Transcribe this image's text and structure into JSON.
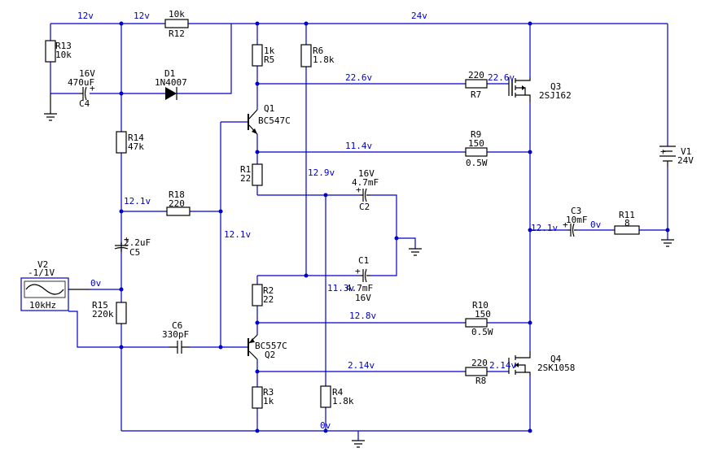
{
  "voltages": {
    "v12a": "12v",
    "v12b": "12v",
    "v24": "24v",
    "v22_6a": "22.6v",
    "v22_6b": "22.6v",
    "v11_4": "11.4v",
    "v12_9": "12.9v",
    "v12_1a": "12.1v",
    "v12_1b": "12.1v",
    "v12_1c": "12.1v",
    "v0a": "0v",
    "v0b": "0v",
    "v0c": "0v",
    "v11_3": "11.3v",
    "v12_8": "12.8v",
    "v2_14a": "2.14v",
    "v2_14b": "2.14v"
  },
  "components": {
    "r13": {
      "name": "R13",
      "value": "10k"
    },
    "r12": {
      "name": "R12",
      "value": "10k"
    },
    "c4": {
      "name": "C4",
      "value": "470uF",
      "rating": "16V"
    },
    "d1": {
      "name": "D1",
      "value": "1N4007"
    },
    "r14": {
      "name": "R14",
      "value": "47k"
    },
    "r18": {
      "name": "R18",
      "value": "220"
    },
    "c5": {
      "name": "C5",
      "value": "2.2uF"
    },
    "v2": {
      "name": "V2",
      "value": "-1/1V",
      "freq": "10kHz"
    },
    "r15": {
      "name": "R15",
      "value": "220k"
    },
    "c6": {
      "name": "C6",
      "value": "330pF"
    },
    "r5": {
      "name": "R5",
      "value": "1k"
    },
    "r6": {
      "name": "R6",
      "value": "1.8k"
    },
    "q1": {
      "name": "Q1",
      "value": "BC547C"
    },
    "r1": {
      "name": "R1",
      "value": "22"
    },
    "c2": {
      "name": "C2",
      "value": "4.7mF",
      "rating": "16V"
    },
    "c1": {
      "name": "C1",
      "value": "4.7mF",
      "rating": "16V"
    },
    "r2": {
      "name": "R2",
      "value": "22"
    },
    "q2": {
      "name": "Q2",
      "value": "BC557C"
    },
    "r3": {
      "name": "R3",
      "value": "1k"
    },
    "r4": {
      "name": "R4",
      "value": "1.8k"
    },
    "r7": {
      "name": "R7",
      "value": "220"
    },
    "r9": {
      "name": "R9",
      "value": "150",
      "rating": "0.5W"
    },
    "r10": {
      "name": "R10",
      "value": "150",
      "rating": "0.5W"
    },
    "r8": {
      "name": "R8",
      "value": "220"
    },
    "q3": {
      "name": "Q3",
      "value": "2SJ162"
    },
    "q4": {
      "name": "Q4",
      "value": "2SK1058"
    },
    "c3": {
      "name": "C3",
      "value": "10mF"
    },
    "r11": {
      "name": "R11",
      "value": "8"
    },
    "v1": {
      "name": "V1",
      "value": "24V"
    }
  }
}
